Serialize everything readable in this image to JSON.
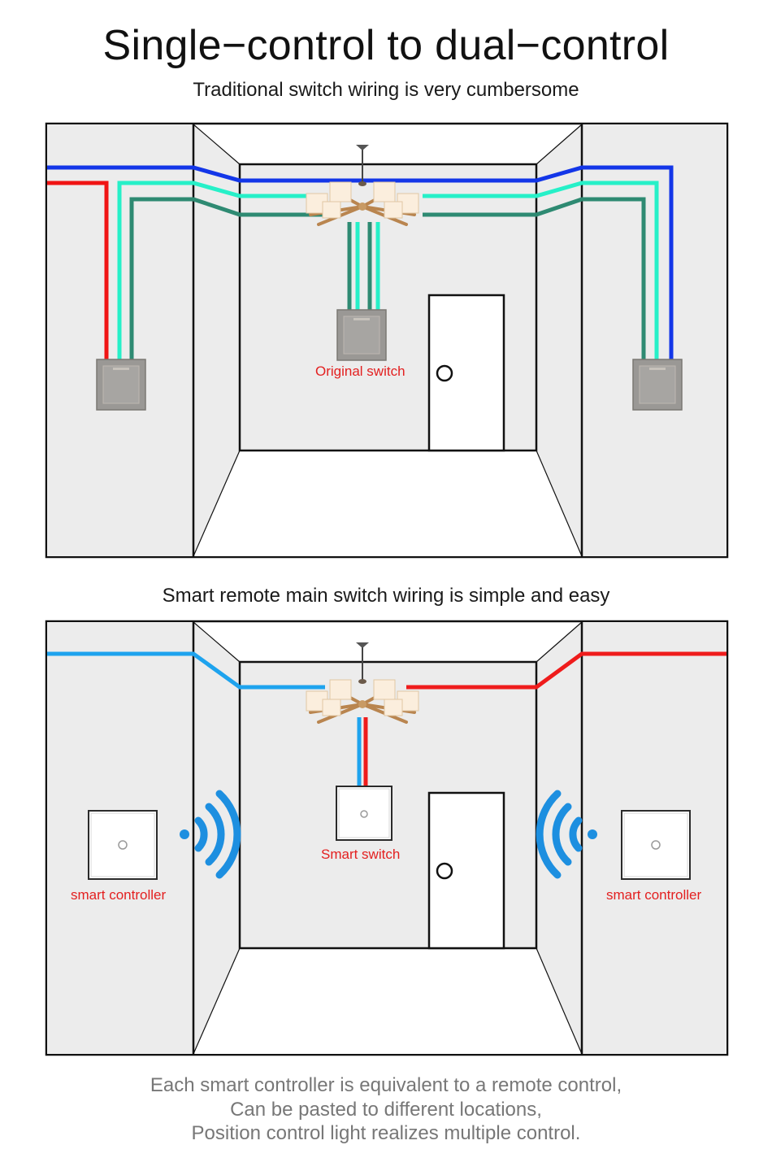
{
  "header": {
    "title": "Single−control to dual−control",
    "subtitle_traditional": "Traditional switch wiring is very cumbersome",
    "subtitle_smart": "Smart remote main switch wiring is simple and easy"
  },
  "traditional": {
    "center_switch_label": "Original switch"
  },
  "smart": {
    "left_controller_label": "smart controller",
    "center_switch_label": "Smart switch",
    "right_controller_label": "smart controller"
  },
  "footer": {
    "lines": [
      "Each smart controller is equivalent to a remote control,",
      "Can be pasted to different locations,",
      "Position control light realizes multiple control."
    ]
  },
  "colors": {
    "wire_blue": "#1336e8",
    "wire_red": "#f01414",
    "wire_aqua": "#26f0c8",
    "wire_teal": "#2e8a72",
    "smart_blue": "#1ea3ee",
    "smart_red": "#ef1c1c",
    "label_red": "#e32020"
  }
}
